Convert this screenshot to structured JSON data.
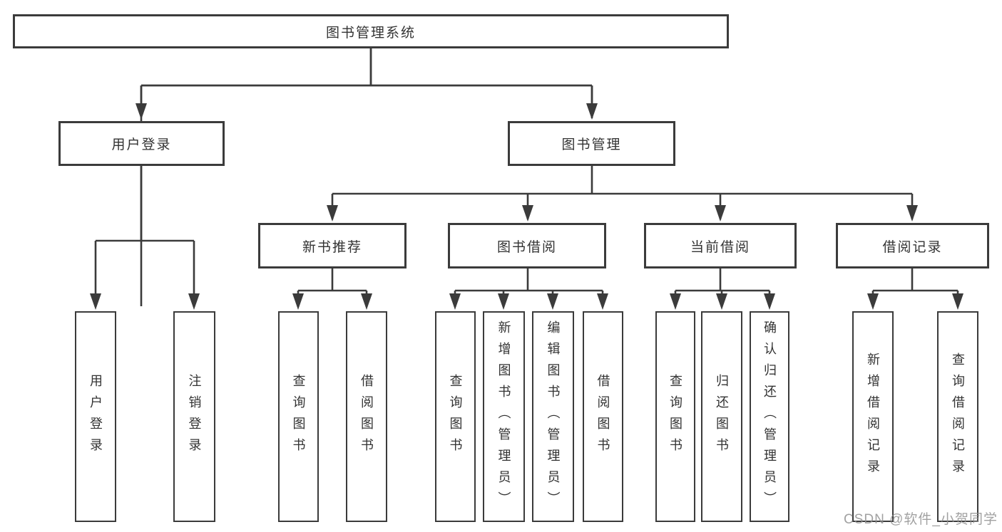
{
  "diagram": {
    "type": "hierarchy-tree",
    "colors": {
      "line": "#3b3b3b",
      "text": "#333333",
      "background": "#ffffff"
    },
    "nodes": {
      "root": "图书管理系统",
      "user_login": "用户登录",
      "book_mgmt": "图书管理",
      "new_book_rec": "新书推荐",
      "book_borrow": "图书借阅",
      "current_borrow": "当前借阅",
      "borrow_records": "借阅记录",
      "login": "用户登录",
      "logout": "注销登录",
      "nbr_query_books": "查询图书",
      "nbr_borrow_books": "借阅图书",
      "bb_query_books": "查询图书",
      "bb_add_books": "新增图书（管理员）",
      "bb_edit_books": "编辑图书（管理员）",
      "bb_borrow_books": "借阅图书",
      "cb_query_books": "查询图书",
      "cb_return_books": "归还图书",
      "cb_confirm_return": "确认归还（管理员）",
      "br_add_record": "新增借阅记录",
      "br_query_record": "查询借阅记录"
    },
    "hierarchy": {
      "root": [
        "user_login",
        "book_mgmt"
      ],
      "user_login": [
        "login",
        "logout"
      ],
      "book_mgmt": [
        "new_book_rec",
        "book_borrow",
        "current_borrow",
        "borrow_records"
      ],
      "new_book_rec": [
        "nbr_query_books",
        "nbr_borrow_books"
      ],
      "book_borrow": [
        "bb_query_books",
        "bb_add_books",
        "bb_edit_books",
        "bb_borrow_books"
      ],
      "current_borrow": [
        "cb_query_books",
        "cb_return_books",
        "cb_confirm_return"
      ],
      "borrow_records": [
        "br_add_record",
        "br_query_record"
      ]
    },
    "watermark": "CSDN @软件_小贺同学"
  }
}
